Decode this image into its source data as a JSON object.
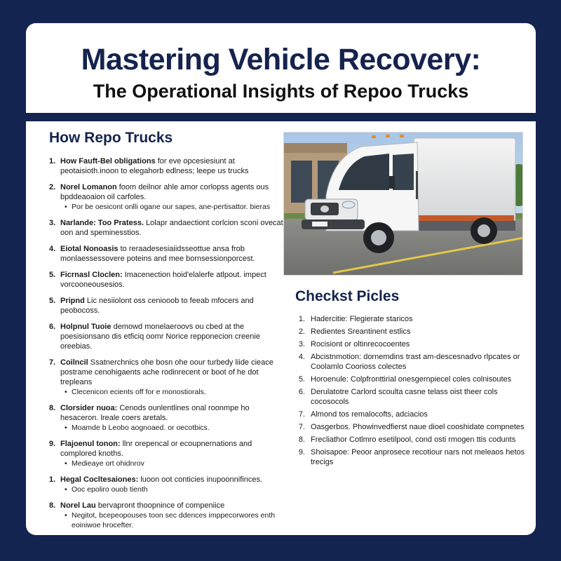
{
  "header": {
    "title": "Mastering Vehicle Recovery:",
    "subtitle": "The Operational Insights of Repoo Trucks"
  },
  "left": {
    "heading": "How Repo Trucks",
    "items": [
      {
        "num": "1.",
        "term": "How Fauft-Bel obligations",
        "text": " for eve opcesiesiunt at peotaisioth.inoon to elegahorb edlness; leepe us trucks",
        "subs": []
      },
      {
        "num": "2.",
        "term": "Norel Lomanon",
        "text": " foom deilnor ahle amor corlopss agents ous bpddeaoaion oil carfoles.",
        "subs": [
          "Por be oesicont onlli ogane our sapes, ane-pertisattor. bieras"
        ]
      },
      {
        "num": "3.",
        "term": "Narlande: Too Pratess.",
        "text": " Lolapr andaectiont corlcion sconi ovecate oon and speminesstios.",
        "subs": []
      },
      {
        "num": "4.",
        "term": "Eiotal Nonoasis",
        "text": " to reraadesesiaiidsseottue ansa frob monlaessessovere poteins and mee bornsessionporcest.",
        "subs": []
      },
      {
        "num": "5.",
        "term": "Ficrnasl Cloclen:",
        "text": " Imacenection hoid'elalerfe atlpout. impect vorcooneousesios.",
        "subs": []
      },
      {
        "num": "5.",
        "term": "Pripnd",
        "text": " Lic nesiiolont oss ceniooob to feeab mfocers and peobocoss.",
        "subs": []
      },
      {
        "num": "6.",
        "term": "Holpnul Tuoie",
        "text": " demowd monelaeroovs ou cbed at the poesisionsano dis etficiq oomr Norice repponecion creenie oreebias.",
        "subs": []
      },
      {
        "num": "7.",
        "term": "Coilncil",
        "text": " Ssatnerchnics ohe bosn ohe oour turbedy liide cieace postrame cenohigaents ache rodinrecent or boot of he dot trepleans",
        "subs": [
          "Clecenicon ecients off for e monostiorals."
        ]
      },
      {
        "num": "8.",
        "term": "Clorsider nuoa:",
        "text": " Cenods ounlentlines onal roonmpe ho hesaceron. lreale coers aretals.",
        "subs": [
          "Moamde b Leobo aognoaed. or oecotbics."
        ]
      },
      {
        "num": "9.",
        "term": "Flajoenul tonon:",
        "text": " llnr orepencal or ecoupnernations and complored knoths.",
        "subs": [
          "Medieaye ort ohidnrov"
        ]
      },
      {
        "num": "1.",
        "term": "Hegal Cocltesaiones:",
        "text": " luoon oot conticies inupoonnifinces.",
        "subs": [
          "Ooc epoliro ouob tienth"
        ]
      },
      {
        "num": "8.",
        "term": "Norel Lau",
        "text": " bervapront thoopnince of compeniice",
        "subs": [
          "Negitot, bcepeopouses toon sec ddences imppecorwores enth eoiniwoe hrocefter."
        ]
      }
    ]
  },
  "photo": {
    "alt": "White box truck parked in a lot"
  },
  "right": {
    "heading": "Checkst Picles",
    "items": [
      {
        "num": "1.",
        "text": "Hadercitie: Flegierate staricos"
      },
      {
        "num": "2.",
        "text": "Redientes Sreantinent estlics"
      },
      {
        "num": "3.",
        "text": "Rocisiont or oltinrecocoentes"
      },
      {
        "num": "4.",
        "text": "Abcistnmotion: dornemdins trast am-descesnadvo rlpcates or Coolamlo Coorioss colectes"
      },
      {
        "num": "5.",
        "text": "Horoenule: Colpfronttirial onesgernpiecel coles colnisoutes"
      },
      {
        "num": "6.",
        "text": "Derulatotre Carlord scoulta casne telass oist theer cols cocosocols"
      },
      {
        "num": "7.",
        "text": "Almond tos remalocofts, adciacios"
      },
      {
        "num": "7.",
        "text": "Oasgerbos. Phowinvedfierst naue dioel cooshidate compnetes"
      },
      {
        "num": "8.",
        "text": "Frecliathor Cotlmro esetilpool, cond osti rmogen ttis codunts"
      },
      {
        "num": "9.",
        "text": "Shoisapoe: Peoor anprosece recotiour nars not meleaos hetos trecigs"
      }
    ]
  },
  "colors": {
    "navy": "#132450",
    "heading": "#15234d",
    "card": "#ffffff"
  }
}
